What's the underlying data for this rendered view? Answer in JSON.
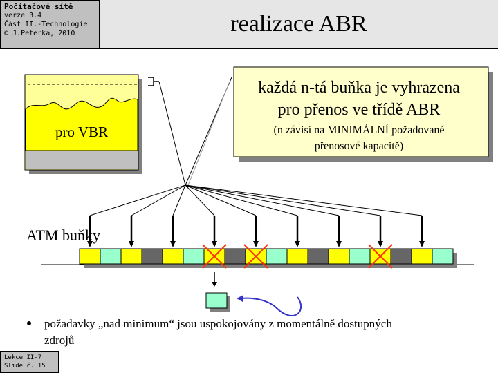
{
  "header": {
    "course": "Počítačové sítě",
    "version": "verze 3.4",
    "part": "Část II.-Technologie",
    "copyright": "© J.Peterka, 2010",
    "title": "realizace ABR"
  },
  "vbr_box": {
    "label": "pro VBR"
  },
  "callout": {
    "line1": "každá n-tá buňka je vyhrazena",
    "line2": "pro přenos ve třídě ABR",
    "line3": "(n závisí na MINIMÁLNÍ požadované",
    "line4": "přenosové kapacitě)"
  },
  "atm": {
    "label": "ATM buňky",
    "cells": [
      "yellow",
      "mint",
      "yellow",
      "gray",
      "yellow",
      "mint",
      "yellow",
      "gray",
      "yellow",
      "mint",
      "yellow",
      "gray",
      "yellow",
      "mint",
      "yellow",
      "gray",
      "yellow",
      "mint"
    ],
    "crossed_cells": [
      6,
      8,
      14
    ],
    "colors": {
      "yellow": "#ffff00",
      "mint": "#99ffcc",
      "gray": "#666666",
      "red": "#ff3300",
      "arrow_blue": "#3333cc"
    }
  },
  "bullet": {
    "line1": "požadavky „nad minimum“ jsou uspokojovány z momentálně dostupných",
    "line2": "zdrojů"
  },
  "footer": {
    "lesson": "Lekce II-7",
    "slide": "Slide č. 15"
  }
}
